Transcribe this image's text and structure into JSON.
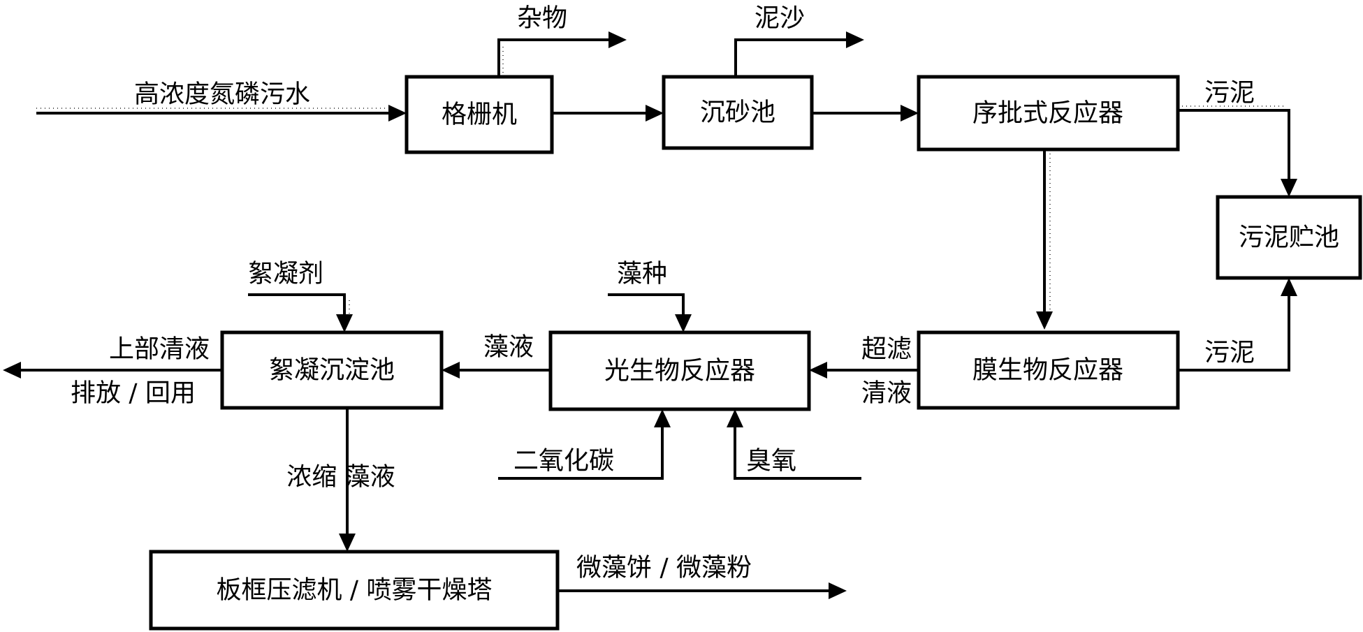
{
  "boxes": {
    "grid": "格栅机",
    "grit": "沉砂池",
    "sbr": "序批式反应器",
    "sludge_tank": "污泥贮池",
    "mbr": "膜生物反应器",
    "photo": "光生物反应器",
    "floc": "絮凝沉淀池",
    "press": "板框压滤机 / 喷雾干燥塔"
  },
  "labels": {
    "influent": "高浓度氮磷污水",
    "debris": "杂物",
    "silt": "泥沙",
    "sludge_top": "污泥",
    "sludge_bottom": "污泥",
    "uf_1": "超滤",
    "uf_2": "清液",
    "algae_seed": "藻种",
    "co2": "二氧化碳",
    "ozone": "臭氧",
    "algae_liquid": "藻液",
    "flocculant": "絮凝剂",
    "upper_clear": "上部清液",
    "discharge": "排放 / 回用",
    "concentrated": "浓缩  藻液",
    "product": "微藻饼 / 微藻粉"
  }
}
